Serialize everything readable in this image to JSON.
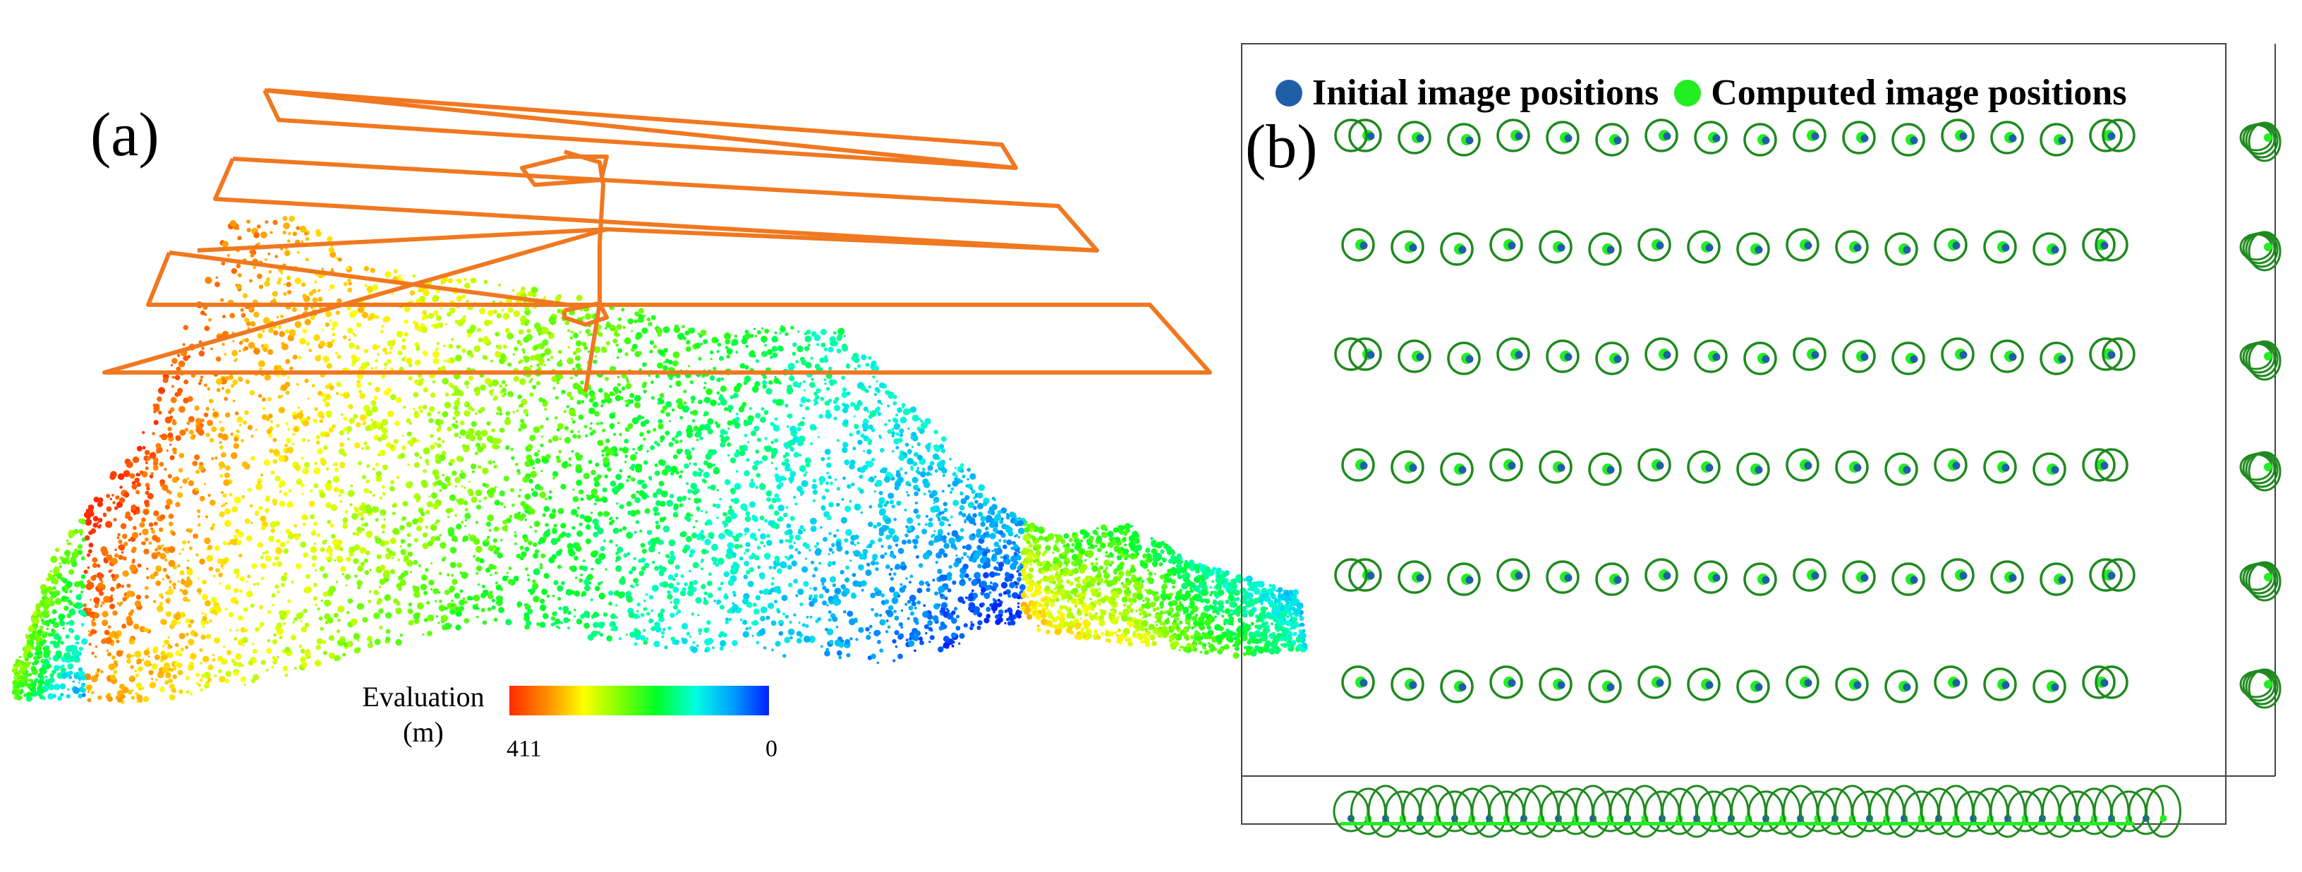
{
  "panel_a": {
    "label": "(a)",
    "colorbar": {
      "title": "Evaluation",
      "unit": "(m)",
      "max_label": "411",
      "min_label": "0",
      "stops": [
        "#ff2a00",
        "#ff8c00",
        "#ffff00",
        "#7dff00",
        "#00ff2a",
        "#00ffe0",
        "#00a0ff",
        "#0020ff"
      ]
    },
    "flight_path_color": "#f07820"
  },
  "panel_b": {
    "label": "(b)",
    "legend": [
      {
        "label": "Initial image positions",
        "color": "#1f5fa8"
      },
      {
        "label": "Computed image positions",
        "color": "#22ee22"
      }
    ],
    "ellipse_color": "#1f8a1f",
    "grid": {
      "rows": 6,
      "columns": 16
    }
  }
}
